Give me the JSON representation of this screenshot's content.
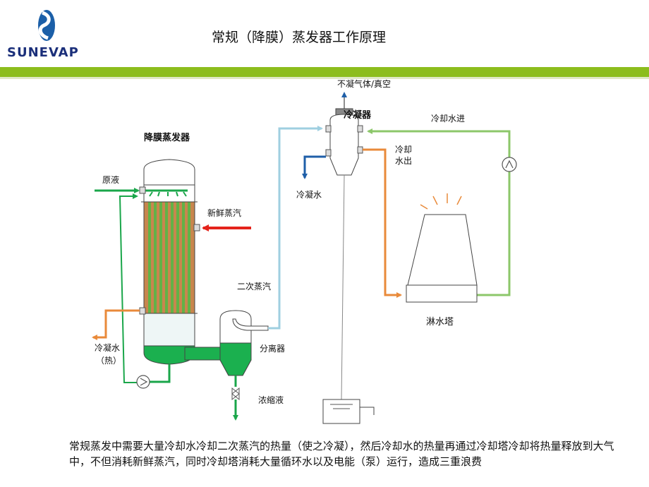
{
  "header": {
    "brand": "SUNEVAP",
    "title": "常规（降膜）蒸发器工作原理"
  },
  "diagram": {
    "evaporator_label": "降膜蒸发器",
    "feed_label": "原液",
    "steam_label": "新鲜蒸汽",
    "condensate_hot_line1": "冷凝水",
    "condensate_hot_line2": "（热）",
    "separator_label": "分离器",
    "concentrate_label": "浓缩液",
    "secondary_steam_label": "二次蒸汽",
    "condenser_label": "冷凝器",
    "vent_label": "不凝气体/真空",
    "condensate_label": "冷凝水",
    "cooling_in_label": "冷却水进",
    "cooling_out_line1": "冷却",
    "cooling_out_line2": "水出",
    "tower_label": "淋水塔"
  },
  "colors": {
    "accent_bar": "#8cbd1d",
    "process_green": "#1aa64a",
    "steam_red": "#e4231b",
    "vapor_blue": "#9fcfe0",
    "cooling_green": "#8cc76a",
    "hot_orange": "#e98a3a",
    "brand_blue": "#1b2f7a"
  },
  "description": "常规蒸发中需要大量冷却水冷却二次蒸汽的热量（使之冷凝），然后冷却水的热量再通过冷却塔冷却将热量释放到大气中，不但消耗新鲜蒸汽，同时冷却塔消耗大量循环水以及电能（泵）运行，造成三重浪费"
}
